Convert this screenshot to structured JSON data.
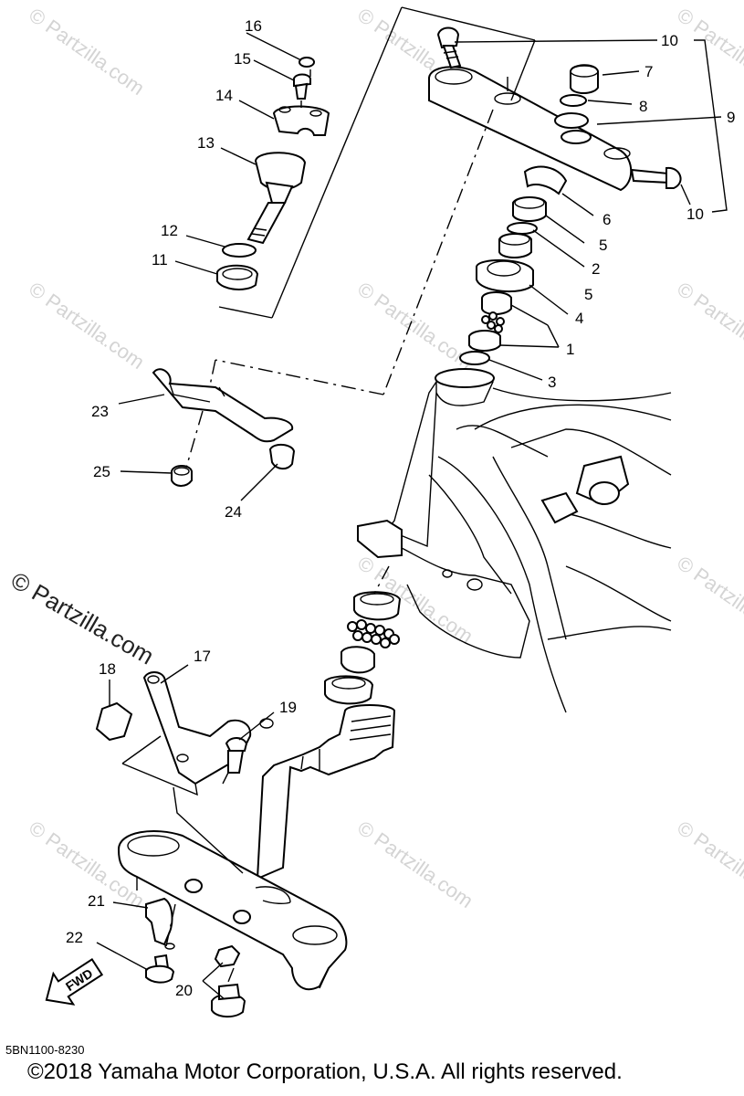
{
  "watermark": {
    "small": "© Partzilla.com",
    "large": "© Partzilla.com"
  },
  "callouts": [
    "1",
    "2",
    "3",
    "4",
    "5",
    "5",
    "6",
    "7",
    "8",
    "9",
    "10",
    "10",
    "11",
    "12",
    "13",
    "14",
    "15",
    "16",
    "17",
    "18",
    "19",
    "20",
    "21",
    "22",
    "23",
    "24",
    "25"
  ],
  "fwd_label": "FWD",
  "diagram_code": "5BN1100-8230",
  "copyright": "©2018 Yamaha Motor Corporation, U.S.A. All rights reserved.",
  "colors": {
    "line": "#000000",
    "watermark": "#d4d4d4",
    "background": "#ffffff"
  }
}
